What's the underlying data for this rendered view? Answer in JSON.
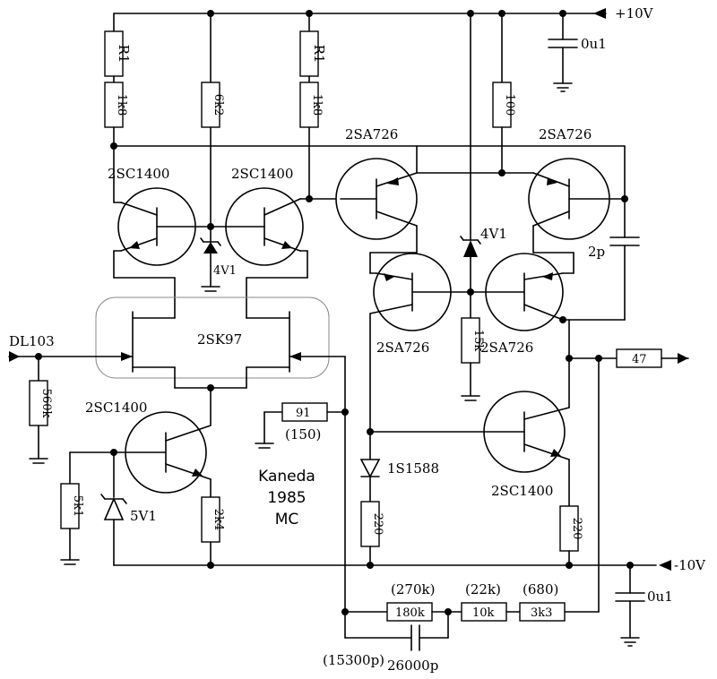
{
  "rails": {
    "positive": "+10V",
    "negative": "-10V"
  },
  "input": {
    "label": "DL103"
  },
  "caption": {
    "line1": "Kaneda",
    "line2": "1985",
    "line3": "MC"
  },
  "fet_pair": {
    "label": "2SK97"
  },
  "transistors": {
    "q1": "2SC1400",
    "q2": "2SC1400",
    "q3": "2SA726",
    "q4": "2SA726",
    "q5": "2SA726",
    "q6": "2SA726",
    "q7": "2SC1400",
    "q8": "2SC1400"
  },
  "resistors": {
    "r_top_left": [
      "R1",
      "1k8"
    ],
    "r_top_mid": "6k2",
    "r_top_right": [
      "R1",
      "1k8"
    ],
    "r_100": "100",
    "r_15k": "15k",
    "r_560k": "560k",
    "r_5k1": "5k1",
    "r_2k4": "2k4",
    "r_91": "91",
    "r_91_alt": "(150)",
    "r_220_left": "220",
    "r_220_right": "220",
    "r_47": "47",
    "r_180k": "180k",
    "r_180k_alt": "(270k)",
    "r_10k": "10k",
    "r_10k_alt": "(22k)",
    "r_3k3": "3k3",
    "r_3k3_alt": "(680)"
  },
  "capacitors": {
    "c_top": "0u1",
    "c_bottom": "0u1",
    "c_2p": "2p",
    "c_fb": "26000p",
    "c_fb_alt": "(15300p)"
  },
  "diodes": {
    "z_4v1_left": "4V1",
    "z_4v1_right": "4V1",
    "z_5v1": "5V1",
    "d_1s1588": "1S1588"
  }
}
